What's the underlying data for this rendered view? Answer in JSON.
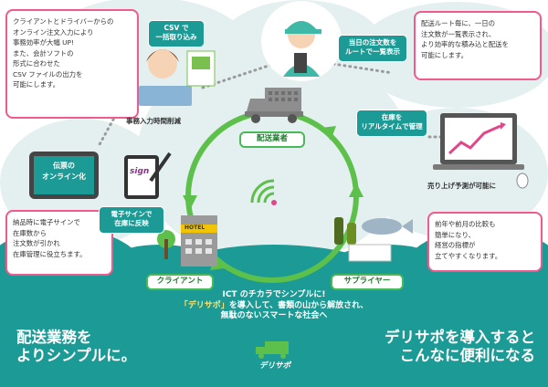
{
  "callouts": {
    "top_left": "クライアントとドライバーからの\nオンライン注文入力により\n事務効率が大幅 UP!\nまた、会計ソフトの\n形式に合わせた\nCSV ファイルの出力を\n可能にします。",
    "top_right": "配送ルート毎に、一日の\n注文数が一覧表示され、\nより効率的な積み込と配送を\n可能にします。",
    "bottom_left": "納品時に電子サインで\n在庫数から\n注文数が引かれ\n在庫管理に役立ちます。",
    "bottom_right": "前年や前月の比較も\n簡単になり、\n経営の指標が\n立てやすくなります。"
  },
  "tags": {
    "csv_import": "CSV で\n一括取り込み",
    "route_list": "当日の注文数を\nルートで一覧表示",
    "realtime_stock": "在庫を\nリアルタイムで管理",
    "online_slip": "伝票の\nオンライン化",
    "esign_stock": "電子サインで\n在庫に反映"
  },
  "labels": {
    "office_reduction": "事務入力時間削減",
    "sales_forecast": "売り上げ予測が可能に",
    "delivery": "配送業者",
    "client": "クライアント",
    "supplier": "サプライヤー",
    "sign": "sign",
    "hotel": "HOTEL",
    "csv_doc": "CSV",
    "logo": "デリサポ"
  },
  "center_message": {
    "line1": "ICT のチカラでシンプルに!",
    "line2_quote": "「デリサポ」",
    "line2_rest": "を導入して、書類の山から解放され、",
    "line3": "無駄のないスマートな社会へ"
  },
  "bottom": {
    "left": "配送業務を\nよりシンプルに。",
    "right": "デリサポを導入すると\nこんなに便利になる"
  },
  "colors": {
    "teal": "#1c9a95",
    "cloud": "#e3f0ef",
    "pink_border": "#f05a8c",
    "green": "#5cc04a",
    "gray": "#7a7a7a"
  }
}
